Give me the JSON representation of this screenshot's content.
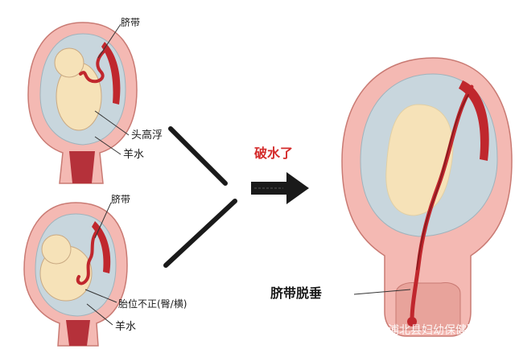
{
  "labels": {
    "top_cord": "脐带",
    "top_head_high": "头高浮",
    "top_fluid": "羊水",
    "bottom_cord": "脐带",
    "bottom_malposition": "胎位不正(臀/横)",
    "bottom_fluid": "羊水",
    "arrow_caption": "破水了",
    "prolapse": "脐带脱垂"
  },
  "watermark": {
    "text": "浦北县妇幼保健院"
  },
  "colors": {
    "uterus_wall": "#f4b9b3",
    "uterus_outline": "#c97a73",
    "amniotic_fluid": "#c8d6dd",
    "fetus": "#f6e2b8",
    "cord": "#c0272d",
    "arrow": "#1a1a1a",
    "arrow_caption": "#d42b2b"
  }
}
